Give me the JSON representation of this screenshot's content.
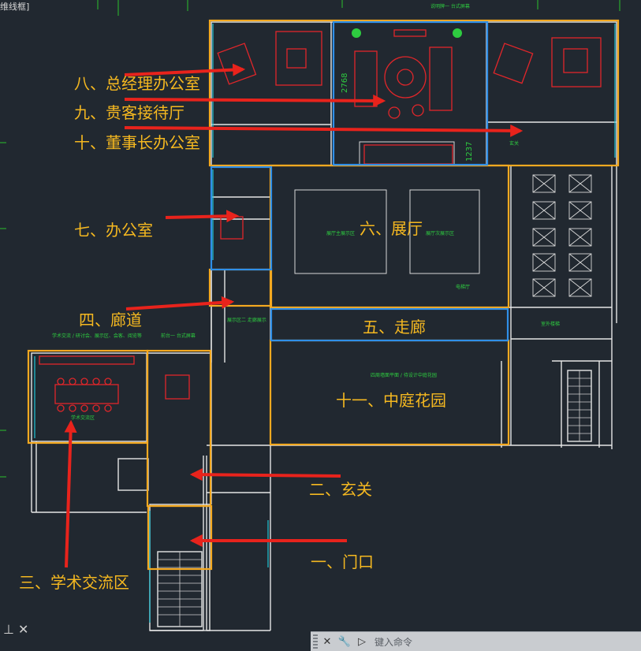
{
  "viewport": {
    "tag": "维线框]"
  },
  "labels": {
    "l8": "八、总经理办公室",
    "l9": "九、贵客接待厅",
    "l10": "十、董事长办公室",
    "l7": "七、办公室",
    "l6": "六、展厅",
    "l4": "四、廊道",
    "l5": "五、走廊",
    "l11": "十一、中庭花园",
    "l2": "二、玄关",
    "l1": "一、门口",
    "l3": "三、学术交流区"
  },
  "dims": {
    "d1": "2768",
    "d2": "1237"
  },
  "tiny": {
    "top_note": "说明牌一 台式屏幕",
    "lobby": "玄关",
    "hall_a": "展厅主展示区",
    "hall_b": "展厅次展示区",
    "court": "四周墙面平面 / 待设计中庭花园",
    "sem": "学术交流区",
    "note1": "学术交流 / 研讨会、展示区、会客、阅览等",
    "note2": "展示区二 走廊展示",
    "note3": "前台一 台式屏幕",
    "note4": "电梯厅",
    "note5": "室外楼梯"
  },
  "command_line": {
    "placeholder": "键入命令",
    "close_icon": "✕",
    "wrench_icon": "🔧",
    "prompt_icon": "▷"
  },
  "colors": {
    "label": "#f5b820",
    "arrow": "#e8231c",
    "orange_box": "#f4a920",
    "blue_box": "#2f8fe8"
  }
}
